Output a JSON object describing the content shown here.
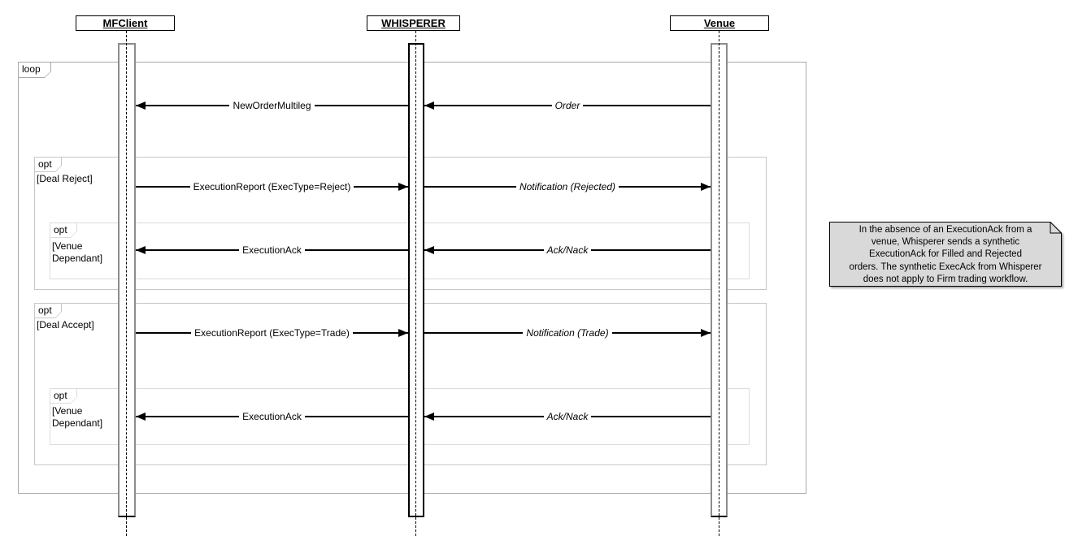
{
  "actors": [
    {
      "name": "MFClient"
    },
    {
      "name": "WHISPERER"
    },
    {
      "name": "Venue"
    }
  ],
  "fragments": [
    {
      "operator": "loop",
      "guard": ""
    },
    {
      "operator": "opt",
      "guard": "[Deal Reject]"
    },
    {
      "operator": "opt",
      "guard": "[Venue\nDependant]"
    },
    {
      "operator": "opt",
      "guard": "[Deal Accept]"
    },
    {
      "operator": "opt",
      "guard": "[Venue\nDependant]"
    }
  ],
  "messages": [
    {
      "label": "NewOrderMultileg",
      "from": "WHISPERER",
      "to": "MFClient",
      "direction": "left",
      "italic": false
    },
    {
      "label": "Order",
      "from": "Venue",
      "to": "WHISPERER",
      "direction": "left",
      "italic": true
    },
    {
      "label": "ExecutionReport (ExecType=Reject)",
      "from": "MFClient",
      "to": "WHISPERER",
      "direction": "right",
      "italic": false
    },
    {
      "label": "Notification (Rejected)",
      "from": "WHISPERER",
      "to": "Venue",
      "direction": "right",
      "italic": true
    },
    {
      "label": "ExecutionAck",
      "from": "WHISPERER",
      "to": "MFClient",
      "direction": "left",
      "italic": false
    },
    {
      "label": "Ack/Nack",
      "from": "Venue",
      "to": "WHISPERER",
      "direction": "left",
      "italic": true
    },
    {
      "label": "ExecutionReport (ExecType=Trade)",
      "from": "MFClient",
      "to": "WHISPERER",
      "direction": "right",
      "italic": false
    },
    {
      "label": "Notification (Trade)",
      "from": "WHISPERER",
      "to": "Venue",
      "direction": "right",
      "italic": true
    },
    {
      "label": "ExecutionAck",
      "from": "WHISPERER",
      "to": "MFClient",
      "direction": "left",
      "italic": false
    },
    {
      "label": "Ack/Nack",
      "from": "Venue",
      "to": "WHISPERER",
      "direction": "left",
      "italic": true
    }
  ],
  "note": {
    "text": "In the absence of an ExecutionAck from a\nvenue, Whisperer sends a synthetic\nExecutionAck for Filled and Rejected\norders. The synthetic ExecAck from Whisperer\ndoes not apply to Firm trading workflow."
  },
  "colors": {
    "note_fill": "#d9d9d9",
    "loop_border": "#a8a8a8",
    "opt_border": "#c6c6c6",
    "inner_opt_border": "#dcdcdc",
    "message": "#000000"
  }
}
